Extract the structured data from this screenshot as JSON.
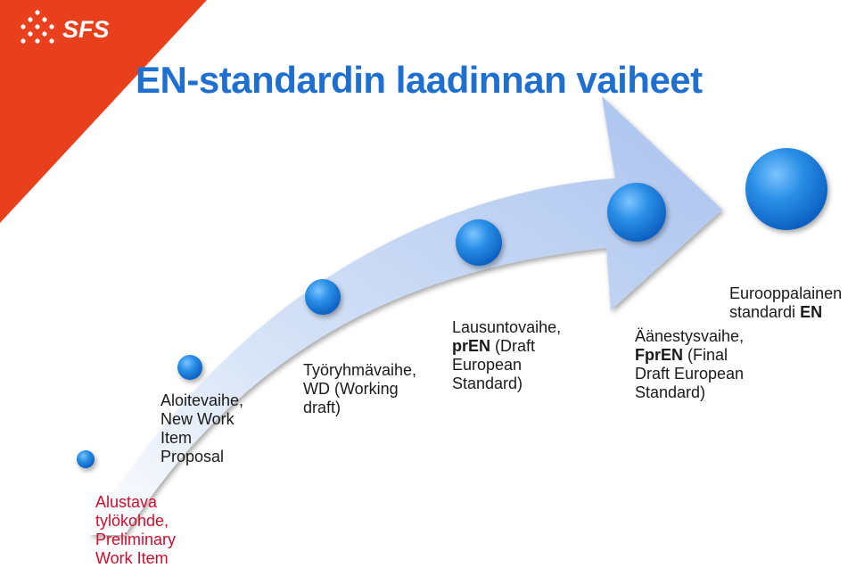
{
  "logo": {
    "text": "SFS",
    "icon": "dot-diamond-icon"
  },
  "title": "EN-standardin laadinnan vaiheet",
  "colors": {
    "title": "#1f6fd0",
    "logo_red": "#e8401c",
    "arrow": "#b9cef0",
    "node": "#1a86e0",
    "first_stage_text": "#c8102e"
  },
  "stages": [
    {
      "lines": [
        "Alustava",
        "tylökohde,",
        "Preliminary",
        "Work Item"
      ]
    },
    {
      "lines": [
        "Aloitevaihe,",
        "New Work",
        "Item",
        "Proposal"
      ]
    },
    {
      "lines": [
        "Työryhmävaihe,",
        "WD (Working",
        "draft)"
      ]
    },
    {
      "bold": "prEN",
      "lines": [
        "Lausuntovaihe,",
        " (Draft",
        "European",
        "Standard)"
      ]
    },
    {
      "bold": "FprEN",
      "lines": [
        "Äänestysvaihe,",
        " (Final",
        "Draft European",
        "Standard)"
      ]
    },
    {
      "bold": "EN",
      "lines": [
        "Eurooppalainen",
        "standardi "
      ]
    }
  ]
}
